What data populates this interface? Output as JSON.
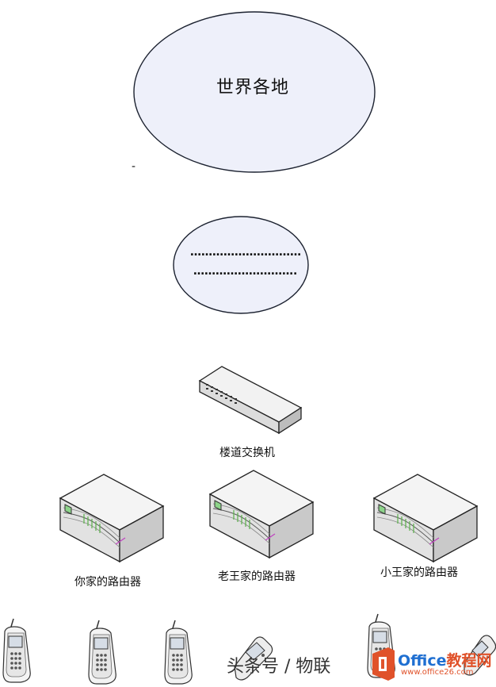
{
  "nodes": {
    "world": {
      "label": "世界各地"
    },
    "middle": {
      "line1": "…………………………",
      "line2": "………………………."
    },
    "switch": {
      "label": "楼道交换机"
    },
    "routers": [
      {
        "label": "你家的路由器"
      },
      {
        "label": "老王家的路由器"
      },
      {
        "label": "小王家的路由器"
      }
    ]
  },
  "stray_mark": "-",
  "watermark": {
    "author": "头条号 / 物联",
    "brand_en": "Office",
    "brand_cn": "教程网",
    "site": "www.office26.com"
  },
  "colors": {
    "cloud_fill": "#eef0fa",
    "cloud_stroke": "#1c2230",
    "device_light": "#f2f2f2",
    "device_mid": "#d9d9d9",
    "device_dark": "#b3b3b3",
    "accent_green": "#5ab04a",
    "accent_magenta": "#c040c0",
    "brand_orange": "#e0522a"
  },
  "icons": [
    "switch-icon",
    "router-icon",
    "mobile-phone-icon",
    "flip-phone-icon",
    "office-logo-icon"
  ]
}
